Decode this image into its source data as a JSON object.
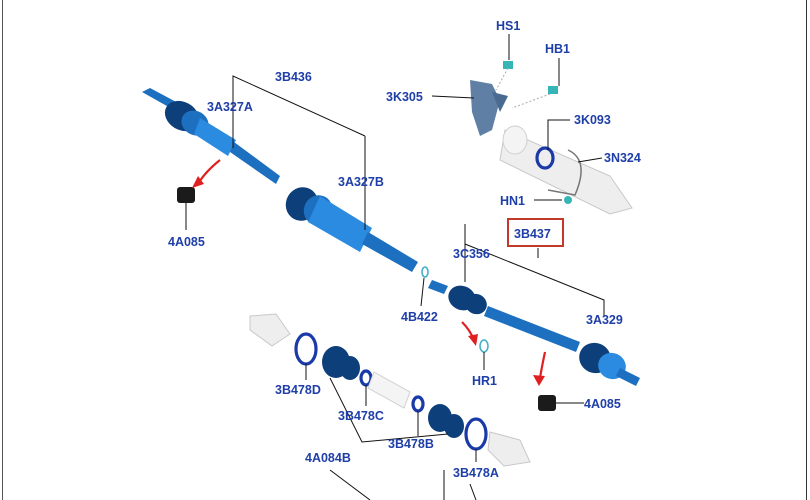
{
  "diagram": {
    "highlight_color": "#c0392b",
    "part_color": "#1d6fc0",
    "label_color": "#1f3fa8",
    "labels": {
      "hs1": "HS1",
      "hb1": "HB1",
      "k305": "3K305",
      "k093": "3K093",
      "n324": "3N324",
      "hn1": "HN1",
      "b436": "3B436",
      "a327a": "3A327A",
      "a085_left": "4A085",
      "a327b": "3A327B",
      "b437": "3B437",
      "c356": "3C356",
      "b422": "4B422",
      "hr1": "HR1",
      "a329": "3A329",
      "a085_right": "4A085",
      "b478d": "3B478D",
      "b478c": "3B478C",
      "a084b": "4A084B",
      "b478b": "3B478B",
      "b478a": "3B478A"
    }
  }
}
